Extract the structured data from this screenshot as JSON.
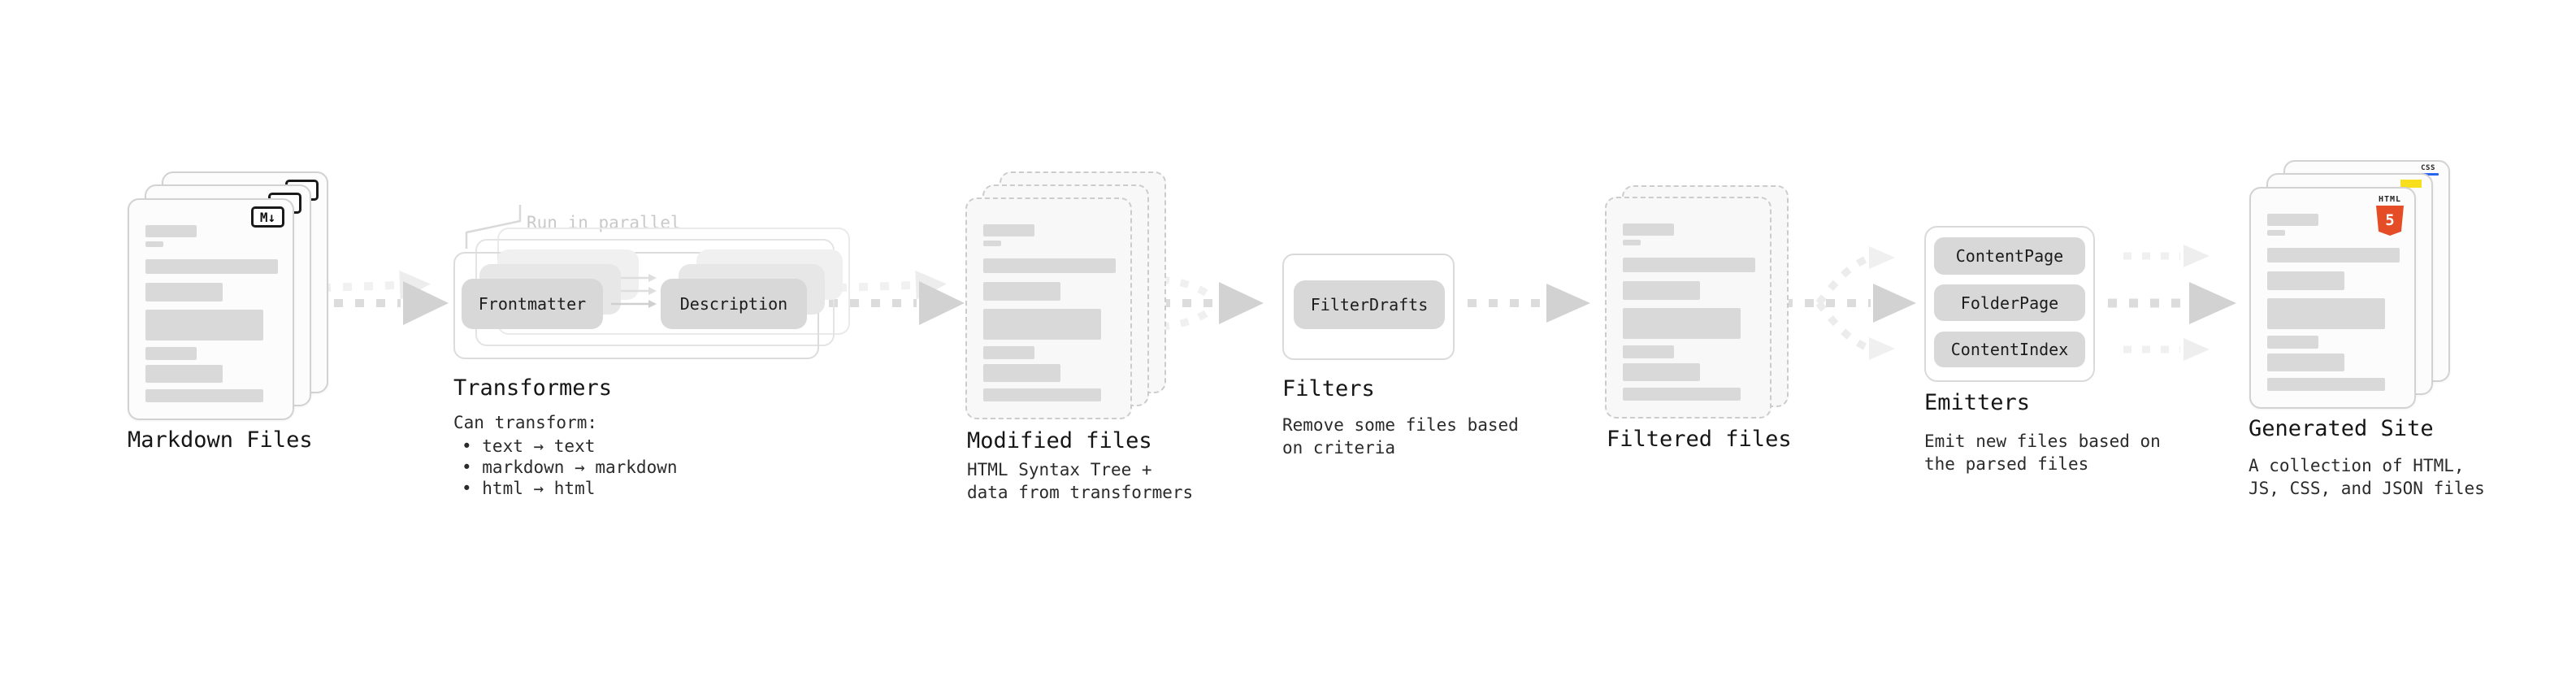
{
  "markdown_files": {
    "title": "Markdown Files"
  },
  "transformers": {
    "title": "Transformers",
    "annotation": "Run in parallel",
    "pill_left": "Frontmatter",
    "pill_right": "Description",
    "desc_heading": "Can transform:",
    "bullets": [
      "• text → text",
      "• markdown → markdown",
      "• html → html"
    ]
  },
  "modified_files": {
    "title": "Modified files",
    "desc": [
      "HTML Syntax Tree +",
      "data from transformers"
    ]
  },
  "filters": {
    "title": "Filters",
    "pill": "FilterDrafts",
    "desc": [
      "Remove some files based",
      "on criteria"
    ]
  },
  "filtered_files": {
    "title": "Filtered files"
  },
  "emitters": {
    "title": "Emitters",
    "pills": [
      "ContentPage",
      "FolderPage",
      "ContentIndex"
    ],
    "desc": [
      "Emit new files based on",
      "the parsed files"
    ]
  },
  "generated_site": {
    "title": "Generated Site",
    "desc": [
      "A collection of HTML,",
      "JS, CSS, and JSON files"
    ]
  },
  "badges": {
    "markdown": "M↓",
    "css": "CSS",
    "html_word": "HTML",
    "html_number": "5"
  },
  "colors": {
    "html5_orange": "#e44d26",
    "js_yellow": "#f7df1e",
    "css_blue": "#2965f1",
    "arrow_dark": "#d2d2d2",
    "arrow_light": "#f0f0f0"
  }
}
